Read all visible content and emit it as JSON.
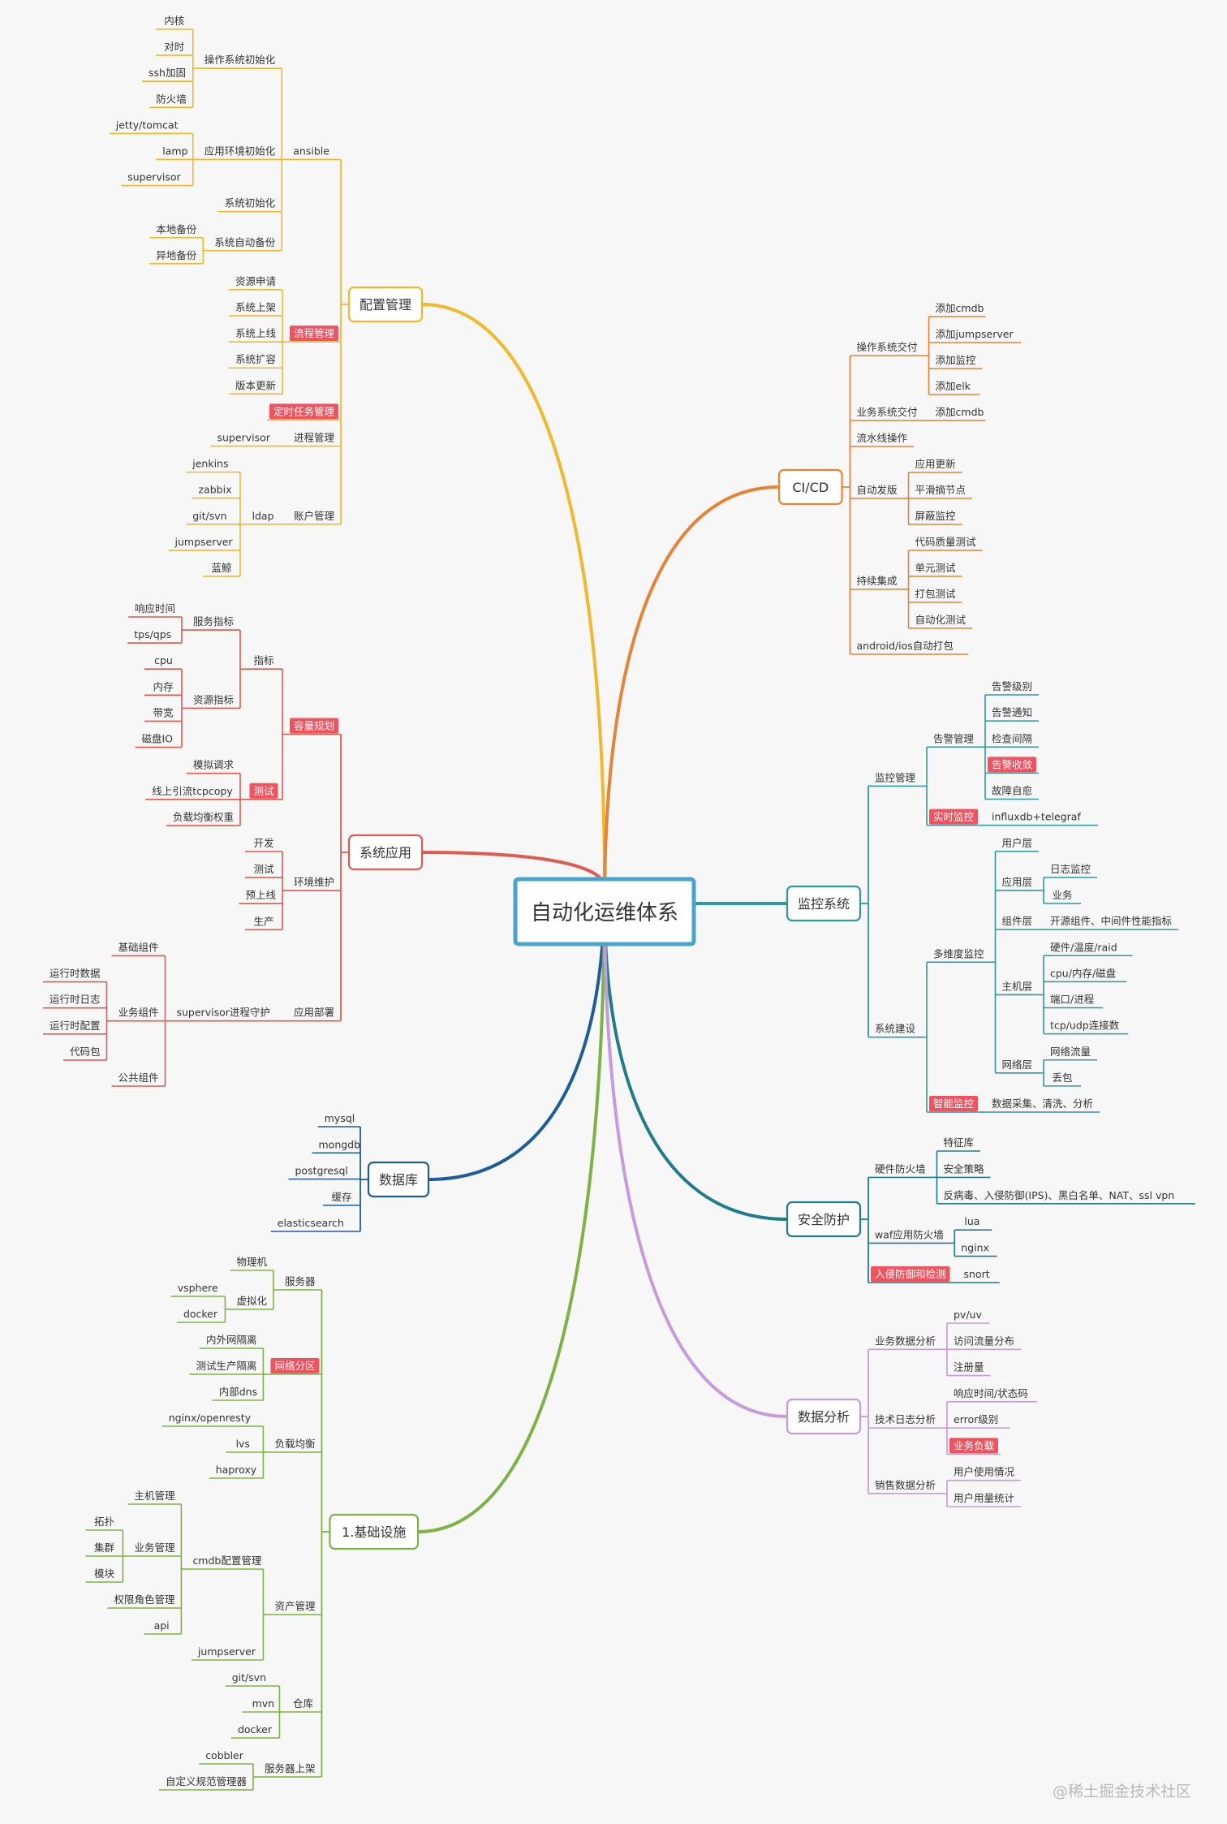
{
  "center": "自动化运维体系",
  "watermark": "@稀土掘金技术社区",
  "colors": {
    "center_border": "#4aa3c8",
    "配置管理": "#f3b72a",
    "系统应用": "#e05a50",
    "数据库": "#1d5d9c",
    "基础设施": "#7cb342",
    "CI/CD": "#e58434",
    "监控系统": "#2f97a3",
    "安全防护": "#1d7d8c",
    "数据分析": "#c79adf",
    "highlight_bg": "#f0525e"
  },
  "branches": [
    {
      "label": "配置管理",
      "key": "配置管理",
      "children": [
        {
          "label": "ansible",
          "children": [
            {
              "label": "操作系统初始化",
              "children": [
                {
                  "label": "内核"
                },
                {
                  "label": "对时"
                },
                {
                  "label": "ssh加固"
                },
                {
                  "label": "防火墙"
                }
              ]
            },
            {
              "label": "应用环境初始化",
              "children": [
                {
                  "label": "jetty/tomcat"
                },
                {
                  "label": "lamp"
                },
                {
                  "label": "supervisor"
                }
              ]
            },
            {
              "label": "系统初始化"
            },
            {
              "label": "系统自动备份",
              "children": [
                {
                  "label": "本地备份"
                },
                {
                  "label": "异地备份"
                }
              ]
            }
          ]
        },
        {
          "label": "流程管理",
          "highlight": true,
          "children": [
            {
              "label": "资源申请"
            },
            {
              "label": "系统上架"
            },
            {
              "label": "系统上线"
            },
            {
              "label": "系统扩容"
            },
            {
              "label": "版本更新"
            }
          ]
        },
        {
          "label": "定时任务管理",
          "highlight": true
        },
        {
          "label": "进程管理",
          "children": [
            {
              "label": "supervisor"
            }
          ]
        },
        {
          "label": "账户管理",
          "children": [
            {
              "label": "ldap",
              "children": [
                {
                  "label": "jenkins"
                },
                {
                  "label": "zabbix"
                },
                {
                  "label": "git/svn"
                },
                {
                  "label": "jumpserver"
                },
                {
                  "label": "蓝鲸"
                }
              ]
            }
          ]
        }
      ]
    },
    {
      "label": "系统应用",
      "key": "系统应用",
      "children": [
        {
          "label": "容量规划",
          "highlight": true,
          "children": [
            {
              "label": "指标",
              "children": [
                {
                  "label": "服务指标",
                  "children": [
                    {
                      "label": "响应时间"
                    },
                    {
                      "label": "tps/qps"
                    }
                  ]
                },
                {
                  "label": "资源指标",
                  "children": [
                    {
                      "label": "cpu"
                    },
                    {
                      "label": "内存"
                    },
                    {
                      "label": "带宽"
                    },
                    {
                      "label": "磁盘IO"
                    }
                  ]
                }
              ]
            },
            {
              "label": "测试",
              "highlight": true,
              "children": [
                {
                  "label": "模拟调求"
                },
                {
                  "label": "线上引流tcpcopy"
                },
                {
                  "label": "负载均衡权重"
                }
              ]
            }
          ]
        },
        {
          "label": "环境维护",
          "children": [
            {
              "label": "开发"
            },
            {
              "label": "测试"
            },
            {
              "label": "预上线"
            },
            {
              "label": "生产"
            }
          ]
        },
        {
          "label": "应用部署",
          "children": [
            {
              "label": "supervisor进程守护",
              "children": [
                {
                  "label": "基础组件"
                },
                {
                  "label": "业务组件",
                  "children": [
                    {
                      "label": "运行时数据"
                    },
                    {
                      "label": "运行时日志"
                    },
                    {
                      "label": "运行时配置"
                    },
                    {
                      "label": "代码包"
                    }
                  ]
                },
                {
                  "label": "公共组件"
                }
              ]
            }
          ]
        }
      ]
    },
    {
      "label": "数据库",
      "key": "数据库",
      "children": [
        {
          "label": "mysql"
        },
        {
          "label": "mongdb"
        },
        {
          "label": "postgresql"
        },
        {
          "label": "缓存"
        },
        {
          "label": "elasticsearch"
        }
      ]
    },
    {
      "label": "1.基础设施",
      "key": "基础设施",
      "children": [
        {
          "label": "服务器",
          "children": [
            {
              "label": "物理机"
            },
            {
              "label": "虚拟化",
              "children": [
                {
                  "label": "vsphere"
                },
                {
                  "label": "docker"
                }
              ]
            }
          ]
        },
        {
          "label": "网络分区",
          "highlight": true,
          "children": [
            {
              "label": "内外网隔离"
            },
            {
              "label": "测试生产隔离"
            },
            {
              "label": "内部dns"
            }
          ]
        },
        {
          "label": "负载均衡",
          "children": [
            {
              "label": "nginx/openresty"
            },
            {
              "label": "lvs"
            },
            {
              "label": "haproxy"
            }
          ]
        },
        {
          "label": "资产管理",
          "children": [
            {
              "label": "cmdb配置管理",
              "children": [
                {
                  "label": "主机管理"
                },
                {
                  "label": "业务管理",
                  "children": [
                    {
                      "label": "拓扑"
                    },
                    {
                      "label": "集群"
                    },
                    {
                      "label": "模块"
                    }
                  ]
                },
                {
                  "label": "权限角色管理"
                },
                {
                  "label": "api"
                }
              ]
            },
            {
              "label": "jumpserver"
            }
          ]
        },
        {
          "label": "仓库",
          "children": [
            {
              "label": "git/svn"
            },
            {
              "label": "mvn"
            },
            {
              "label": "docker"
            }
          ]
        },
        {
          "label": "服务器上架",
          "children": [
            {
              "label": "cobbler"
            },
            {
              "label": "自定义规范管理器"
            }
          ]
        }
      ]
    },
    {
      "label": "CI/CD",
      "key": "CI/CD",
      "children": [
        {
          "label": "操作系统交付",
          "children": [
            {
              "label": "添加cmdb"
            },
            {
              "label": "添加jumpserver"
            },
            {
              "label": "添加监控"
            },
            {
              "label": "添加elk"
            }
          ]
        },
        {
          "label": "业务系统交付",
          "children": [
            {
              "label": "添加cmdb"
            }
          ]
        },
        {
          "label": "流水线操作"
        },
        {
          "label": "自动发版",
          "children": [
            {
              "label": "应用更新"
            },
            {
              "label": "平滑摘节点"
            },
            {
              "label": "屏蔽监控"
            }
          ]
        },
        {
          "label": "持续集成",
          "children": [
            {
              "label": "代码质量测试"
            },
            {
              "label": "单元测试"
            },
            {
              "label": "打包测试"
            },
            {
              "label": "自动化测试"
            }
          ]
        },
        {
          "label": "android/ios自动打包"
        }
      ]
    },
    {
      "label": "监控系统",
      "key": "监控系统",
      "children": [
        {
          "label": "监控管理",
          "children": [
            {
              "label": "告警管理",
              "children": [
                {
                  "label": "告警级别"
                },
                {
                  "label": "告警通知"
                },
                {
                  "label": "检查间隔"
                },
                {
                  "label": "告警收敛",
                  "highlight": true
                },
                {
                  "label": "故障自愈"
                }
              ]
            },
            {
              "label": "实时监控",
              "highlight": true,
              "children": [
                {
                  "label": "influxdb+telegraf"
                }
              ]
            }
          ]
        },
        {
          "label": "系统建设",
          "children": [
            {
              "label": "多维度监控",
              "children": [
                {
                  "label": "用户层"
                },
                {
                  "label": "应用层",
                  "children": [
                    {
                      "label": "日志监控"
                    },
                    {
                      "label": "业务"
                    }
                  ]
                },
                {
                  "label": "组件层",
                  "children": [
                    {
                      "label": "开源组件、中间件性能指标"
                    }
                  ]
                },
                {
                  "label": "主机层",
                  "children": [
                    {
                      "label": "硬件/温度/raid"
                    },
                    {
                      "label": "cpu/内存/磁盘"
                    },
                    {
                      "label": "端口/进程"
                    },
                    {
                      "label": "tcp/udp连接数"
                    }
                  ]
                },
                {
                  "label": "网络层",
                  "children": [
                    {
                      "label": "网络流量"
                    },
                    {
                      "label": "丢包"
                    }
                  ]
                }
              ]
            },
            {
              "label": "智能监控",
              "highlight": true,
              "children": [
                {
                  "label": "数据采集、清洗、分析"
                }
              ]
            }
          ]
        }
      ]
    },
    {
      "label": "安全防护",
      "key": "安全防护",
      "children": [
        {
          "label": "硬件防火墙",
          "children": [
            {
              "label": "特征库"
            },
            {
              "label": "安全策略"
            },
            {
              "label": "反病毒、入侵防御(IPS)、黑白名单、NAT、ssl vpn"
            }
          ]
        },
        {
          "label": "waf应用防火墙",
          "children": [
            {
              "label": "lua"
            },
            {
              "label": "nginx"
            }
          ]
        },
        {
          "label": "入侵防御和检测",
          "highlight": true,
          "children": [
            {
              "label": "snort"
            }
          ]
        }
      ]
    },
    {
      "label": "数据分析",
      "key": "数据分析",
      "children": [
        {
          "label": "业务数据分析",
          "children": [
            {
              "label": "pv/uv"
            },
            {
              "label": "访问流量分布"
            },
            {
              "label": "注册量"
            }
          ]
        },
        {
          "label": "技术日志分析",
          "children": [
            {
              "label": "响应时间/状态码"
            },
            {
              "label": "error级别"
            },
            {
              "label": "业务负载",
              "highlight": true
            }
          ]
        },
        {
          "label": "销售数据分析",
          "children": [
            {
              "label": "用户使用情况"
            },
            {
              "label": "用户用量统计"
            }
          ]
        }
      ]
    }
  ]
}
